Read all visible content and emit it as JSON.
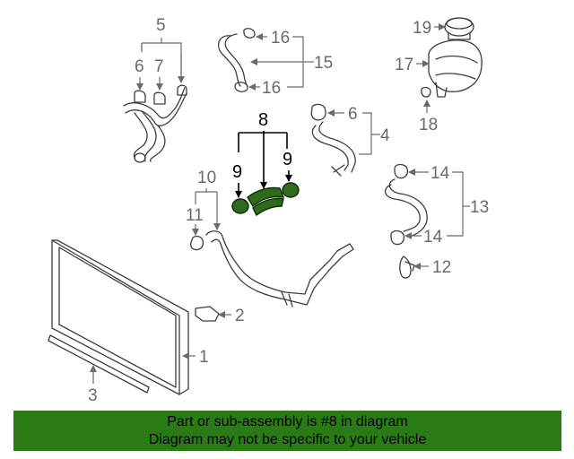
{
  "callouts": {
    "c1": "1",
    "c2": "2",
    "c3": "3",
    "c4": "4",
    "c5": "5",
    "c6a": "6",
    "c6b": "6",
    "c7": "7",
    "c8": "8",
    "c9a": "9",
    "c9b": "9",
    "c10": "10",
    "c11": "11",
    "c12": "12",
    "c13": "13",
    "c14a": "14",
    "c14b": "14",
    "c15": "15",
    "c16a": "16",
    "c16b": "16",
    "c17": "17",
    "c18": "18",
    "c19": "19"
  },
  "highlight_color": "#2a7a16",
  "footer": {
    "line1": "Part or sub-assembly is #8 in diagram",
    "line2": "Diagram may not be specific to your vehicle"
  }
}
